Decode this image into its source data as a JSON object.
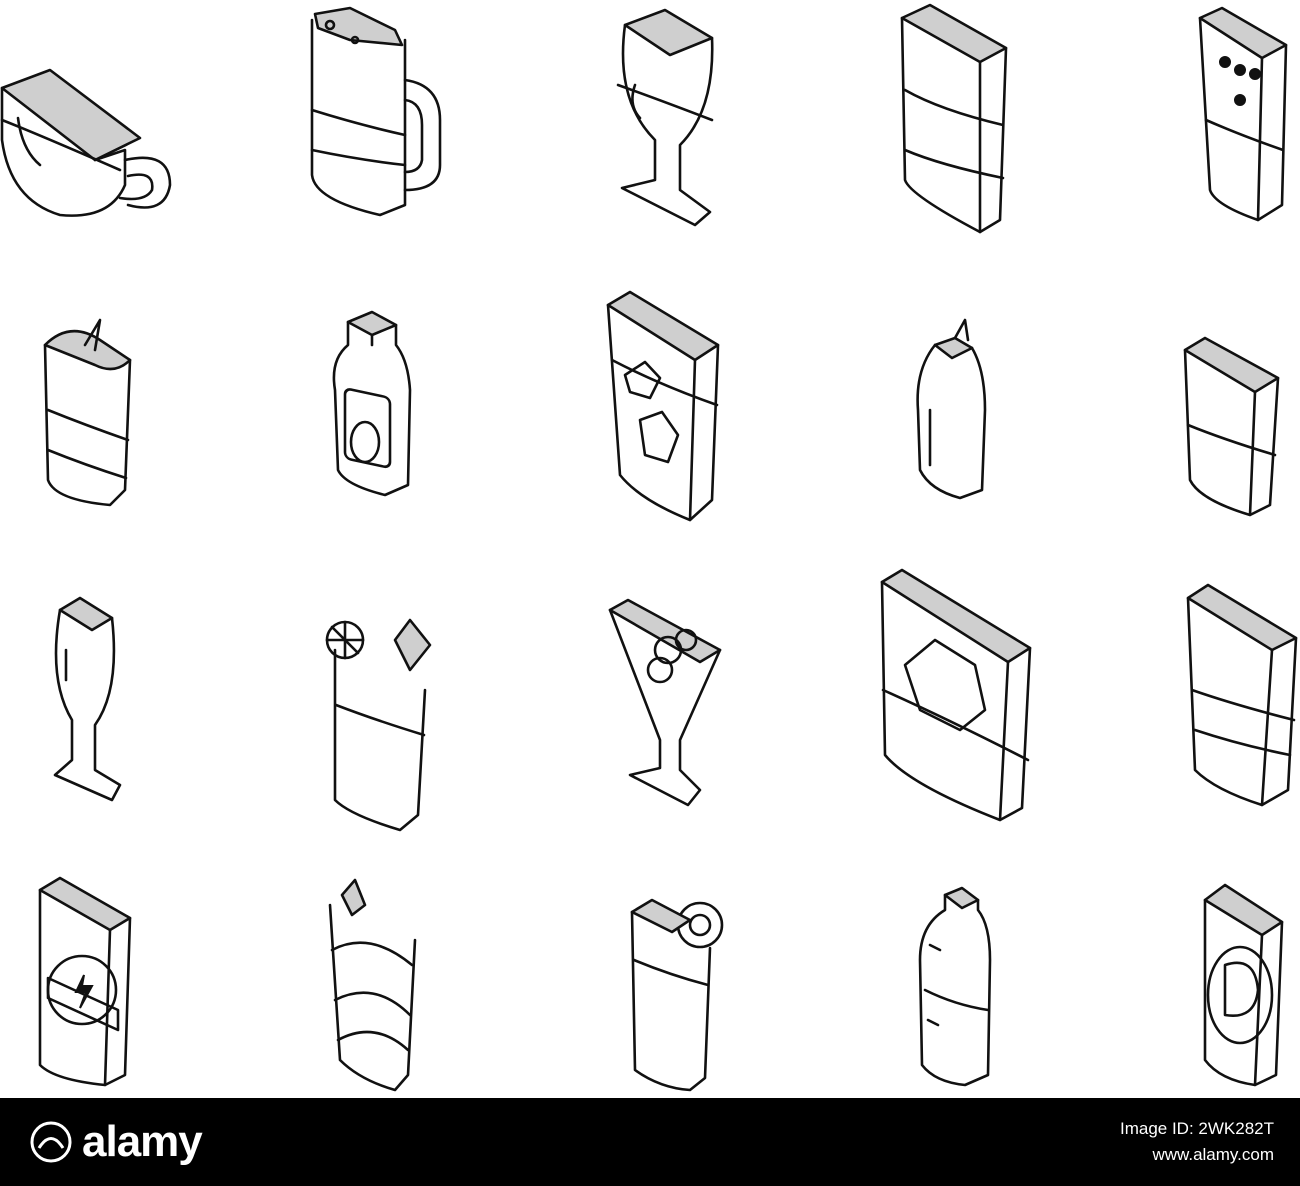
{
  "watermark": {
    "brand": "alamy",
    "image_id_label": "Image ID: 2WK282T",
    "site": "www.alamy.com"
  },
  "icons": [
    {
      "name": "teacup-icon"
    },
    {
      "name": "beer-mug-icon"
    },
    {
      "name": "wine-glass-icon"
    },
    {
      "name": "tall-glass-icon"
    },
    {
      "name": "bubbly-glass-icon"
    },
    {
      "name": "cocktail-lemon-icon"
    },
    {
      "name": "bottle-icon"
    },
    {
      "name": "iced-drink-icon"
    },
    {
      "name": "small-bottle-icon"
    },
    {
      "name": "tumbler-icon"
    },
    {
      "name": "flute-glass-icon"
    },
    {
      "name": "lemonade-glass-icon"
    },
    {
      "name": "martini-glass-icon"
    },
    {
      "name": "whiskey-glass-icon"
    },
    {
      "name": "highball-glass-icon"
    },
    {
      "name": "energy-drink-can-icon"
    },
    {
      "name": "smoothie-glass-icon"
    },
    {
      "name": "juice-glass-icon"
    },
    {
      "name": "water-bottle-icon"
    },
    {
      "name": "coffee-can-icon"
    }
  ]
}
